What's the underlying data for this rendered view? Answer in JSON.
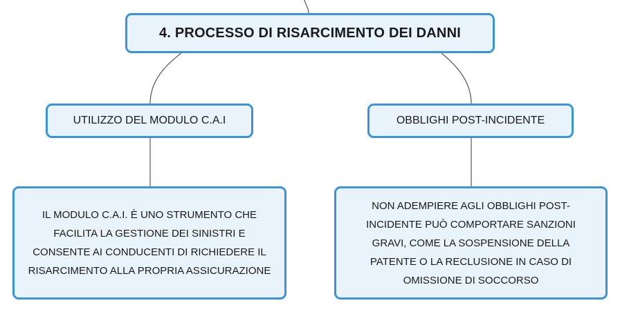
{
  "colors": {
    "node_border": "#3b94d9",
    "node_fill": "#e8f3fb",
    "connector": "#555555",
    "text": "#1a1a1a"
  },
  "root": {
    "label": "4. PROCESSO DI RISARCIMENTO DEI DANNI"
  },
  "branches": [
    {
      "label": "UTILIZZO DEL MODULO C.A.I",
      "detail": "IL MODULO C.A.I. È UNO STRUMENTO CHE FACILITA LA GESTIONE DEI SINISTRI E CONSENTE AI CONDUCENTI DI RICHIEDERE IL RISARCIMENTO ALLA PROPRIA ASSICURAZIONE"
    },
    {
      "label": "OBBLIGHI POST-INCIDENTE",
      "detail": "NON ADEMPIERE AGLI OBBLIGHI POST-INCIDENTE PUÒ COMPORTARE SANZIONI GRAVI, COME LA SOSPENSIONE DELLA PATENTE O LA RECLUSIONE IN CASO DI OMISSIONE DI SOCCORSO"
    }
  ]
}
